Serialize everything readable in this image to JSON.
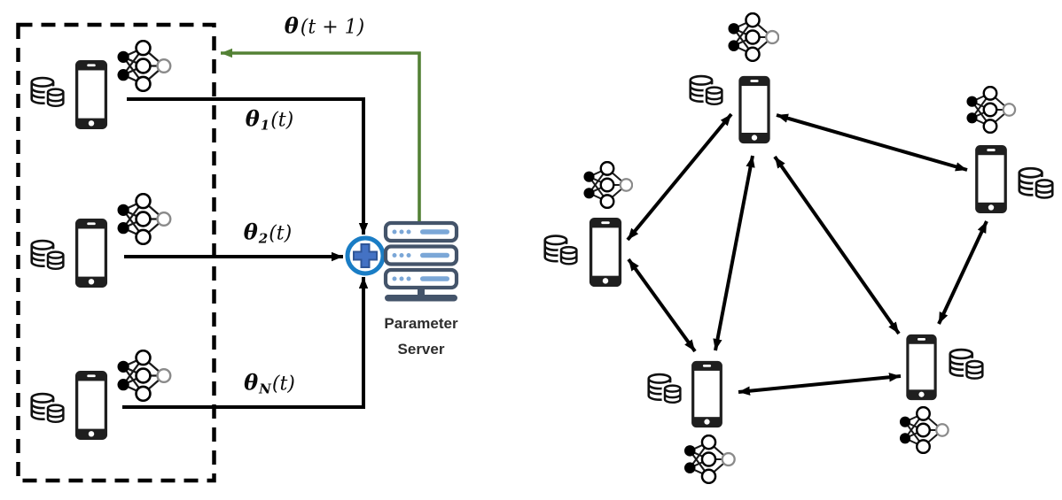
{
  "figure": {
    "left_panel": {
      "feedback_label": {
        "theta": "θ",
        "sub": "",
        "rest": "(t + 1)"
      },
      "client_labels": [
        {
          "theta": "θ",
          "sub": "1",
          "rest": "(t)"
        },
        {
          "theta": "θ",
          "sub": "2",
          "rest": "(t)"
        },
        {
          "theta": "θ",
          "sub": "N",
          "rest": "(t)"
        }
      ],
      "server_label": {
        "line1": "Parameter",
        "line2": "Server"
      },
      "colors": {
        "feedback_arrow": "#538135",
        "data_arrow": "#000000",
        "aggregator_ring": "#1a7dc5",
        "aggregator_plus_fill": "#4472c4",
        "aggregator_plus_edge": "#2f5597",
        "server_outline": "#44546a",
        "server_accent": "#7ba7d7"
      },
      "icons": [
        "database-icon",
        "smartphone-icon",
        "neural-network-icon",
        "plus-aggregator-icon",
        "server-stack-icon"
      ]
    },
    "right_panel": {
      "nodes": [
        "top-center",
        "top-right",
        "left-middle",
        "bottom-center",
        "bottom-right"
      ],
      "edges": [
        "left-middle↔top-center",
        "top-center↔top-right",
        "top-center↔bottom-center",
        "top-center↔bottom-right",
        "left-middle↔bottom-center",
        "bottom-center↔bottom-right",
        "top-right↔bottom-right"
      ],
      "icons": [
        "database-icon",
        "smartphone-icon",
        "neural-network-icon"
      ]
    }
  }
}
